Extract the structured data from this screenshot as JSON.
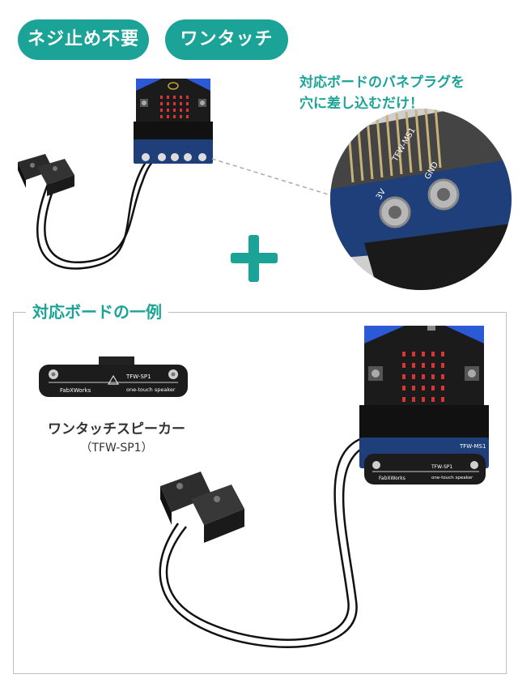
{
  "badges": {
    "no_screw": "ネジ止め不要",
    "one_touch": "ワンタッチ"
  },
  "callout": {
    "line1": "対応ボードのバネプラグを",
    "line2": "穴に差し込むだけ！"
  },
  "section": {
    "title": "対応ボードの一例"
  },
  "speaker": {
    "name": "ワンタッチスピーカー",
    "model": "（TFW-SP1）",
    "brand": "FabⅩWorks",
    "product_code": "TFW-SP1",
    "tagline": "one-touch speaker"
  },
  "board": {
    "label": "TFW-MS1"
  },
  "closeup": {
    "label": "TFW-MS1",
    "pin_3v": "3V",
    "pin_gnd": "GND"
  },
  "colors": {
    "accent": "#1aa396",
    "frame": "#bfbfbf"
  }
}
